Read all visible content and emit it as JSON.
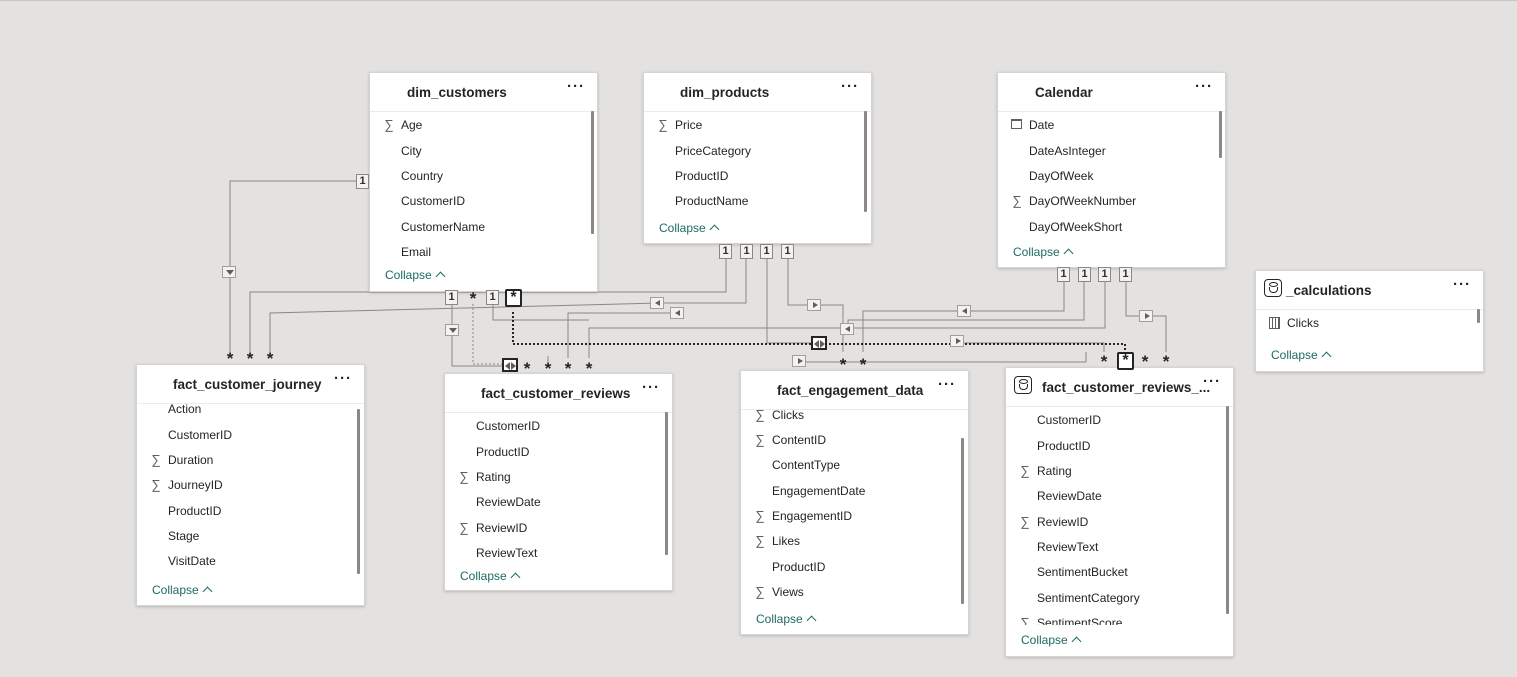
{
  "tables": {
    "dim_customers": {
      "title": "dim_customers",
      "more": "···",
      "collapse": "Collapse",
      "fields": [
        {
          "name": "Age",
          "icon": "sigma"
        },
        {
          "name": "City"
        },
        {
          "name": "Country"
        },
        {
          "name": "CustomerID"
        },
        {
          "name": "CustomerName"
        },
        {
          "name": "Email"
        }
      ]
    },
    "dim_products": {
      "title": "dim_products",
      "more": "···",
      "collapse": "Collapse",
      "fields": [
        {
          "name": "Price",
          "icon": "sigma"
        },
        {
          "name": "PriceCategory"
        },
        {
          "name": "ProductID"
        },
        {
          "name": "ProductName"
        }
      ]
    },
    "calendar": {
      "title": "Calendar",
      "more": "···",
      "collapse": "Collapse",
      "fields": [
        {
          "name": "Date",
          "icon": "calendar"
        },
        {
          "name": "DateAsInteger"
        },
        {
          "name": "DayOfWeek"
        },
        {
          "name": "DayOfWeekNumber",
          "icon": "sigma"
        },
        {
          "name": "DayOfWeekShort"
        }
      ]
    },
    "calculations": {
      "title": "_calculations",
      "more": "···",
      "collapse": "Collapse",
      "fields": [
        {
          "name": "Clicks",
          "icon": "calculator"
        }
      ]
    },
    "fact_customer_journey": {
      "title": "fact_customer_journey",
      "more": "···",
      "collapse": "Collapse",
      "fields": [
        {
          "name": "Action"
        },
        {
          "name": "CustomerID"
        },
        {
          "name": "Duration",
          "icon": "sigma"
        },
        {
          "name": "JourneyID",
          "icon": "sigma"
        },
        {
          "name": "ProductID"
        },
        {
          "name": "Stage"
        },
        {
          "name": "VisitDate"
        }
      ]
    },
    "fact_customer_reviews": {
      "title": "fact_customer_reviews",
      "more": "···",
      "collapse": "Collapse",
      "fields": [
        {
          "name": "CustomerID"
        },
        {
          "name": "ProductID"
        },
        {
          "name": "Rating",
          "icon": "sigma"
        },
        {
          "name": "ReviewDate"
        },
        {
          "name": "ReviewID",
          "icon": "sigma"
        },
        {
          "name": "ReviewText"
        }
      ]
    },
    "fact_engagement_data": {
      "title": "fact_engagement_data",
      "more": "···",
      "collapse": "Collapse",
      "fields": [
        {
          "name": "Clicks",
          "icon": "sigma"
        },
        {
          "name": "ContentID",
          "icon": "sigma"
        },
        {
          "name": "ContentType"
        },
        {
          "name": "EngagementDate"
        },
        {
          "name": "EngagementID",
          "icon": "sigma"
        },
        {
          "name": "Likes",
          "icon": "sigma"
        },
        {
          "name": "ProductID"
        },
        {
          "name": "Views",
          "icon": "sigma"
        }
      ]
    },
    "fact_customer_reviews_2": {
      "title": "fact_customer_reviews_...",
      "more": "···",
      "collapse": "Collapse",
      "fields": [
        {
          "name": "CustomerID"
        },
        {
          "name": "ProductID"
        },
        {
          "name": "Rating",
          "icon": "sigma"
        },
        {
          "name": "ReviewDate"
        },
        {
          "name": "ReviewID",
          "icon": "sigma"
        },
        {
          "name": "ReviewText"
        },
        {
          "name": "SentimentBucket"
        },
        {
          "name": "SentimentCategory"
        },
        {
          "name": "SentimentScore",
          "icon": "sigma"
        }
      ]
    }
  },
  "cardinality": {
    "one": "1",
    "many": "*"
  },
  "icons": {
    "sigma": "∑"
  },
  "colors": {
    "canvas": "#e3e2e0",
    "link": "#1d6b63",
    "line": "#8a8886"
  }
}
